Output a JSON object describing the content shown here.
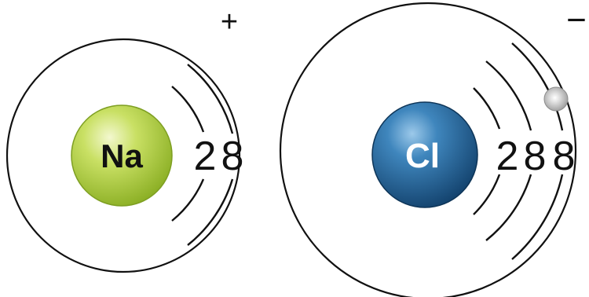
{
  "sodium": {
    "symbol": "Na",
    "shell_counts": [
      "2",
      "8"
    ],
    "charge": "+",
    "color": "#a4c93a"
  },
  "chlorine": {
    "symbol": "Cl",
    "shell_counts": [
      "2",
      "8",
      "8"
    ],
    "charge": "−",
    "color": "#1f5f8f"
  },
  "transferred_electron": {
    "color": "#a9a9a9"
  }
}
